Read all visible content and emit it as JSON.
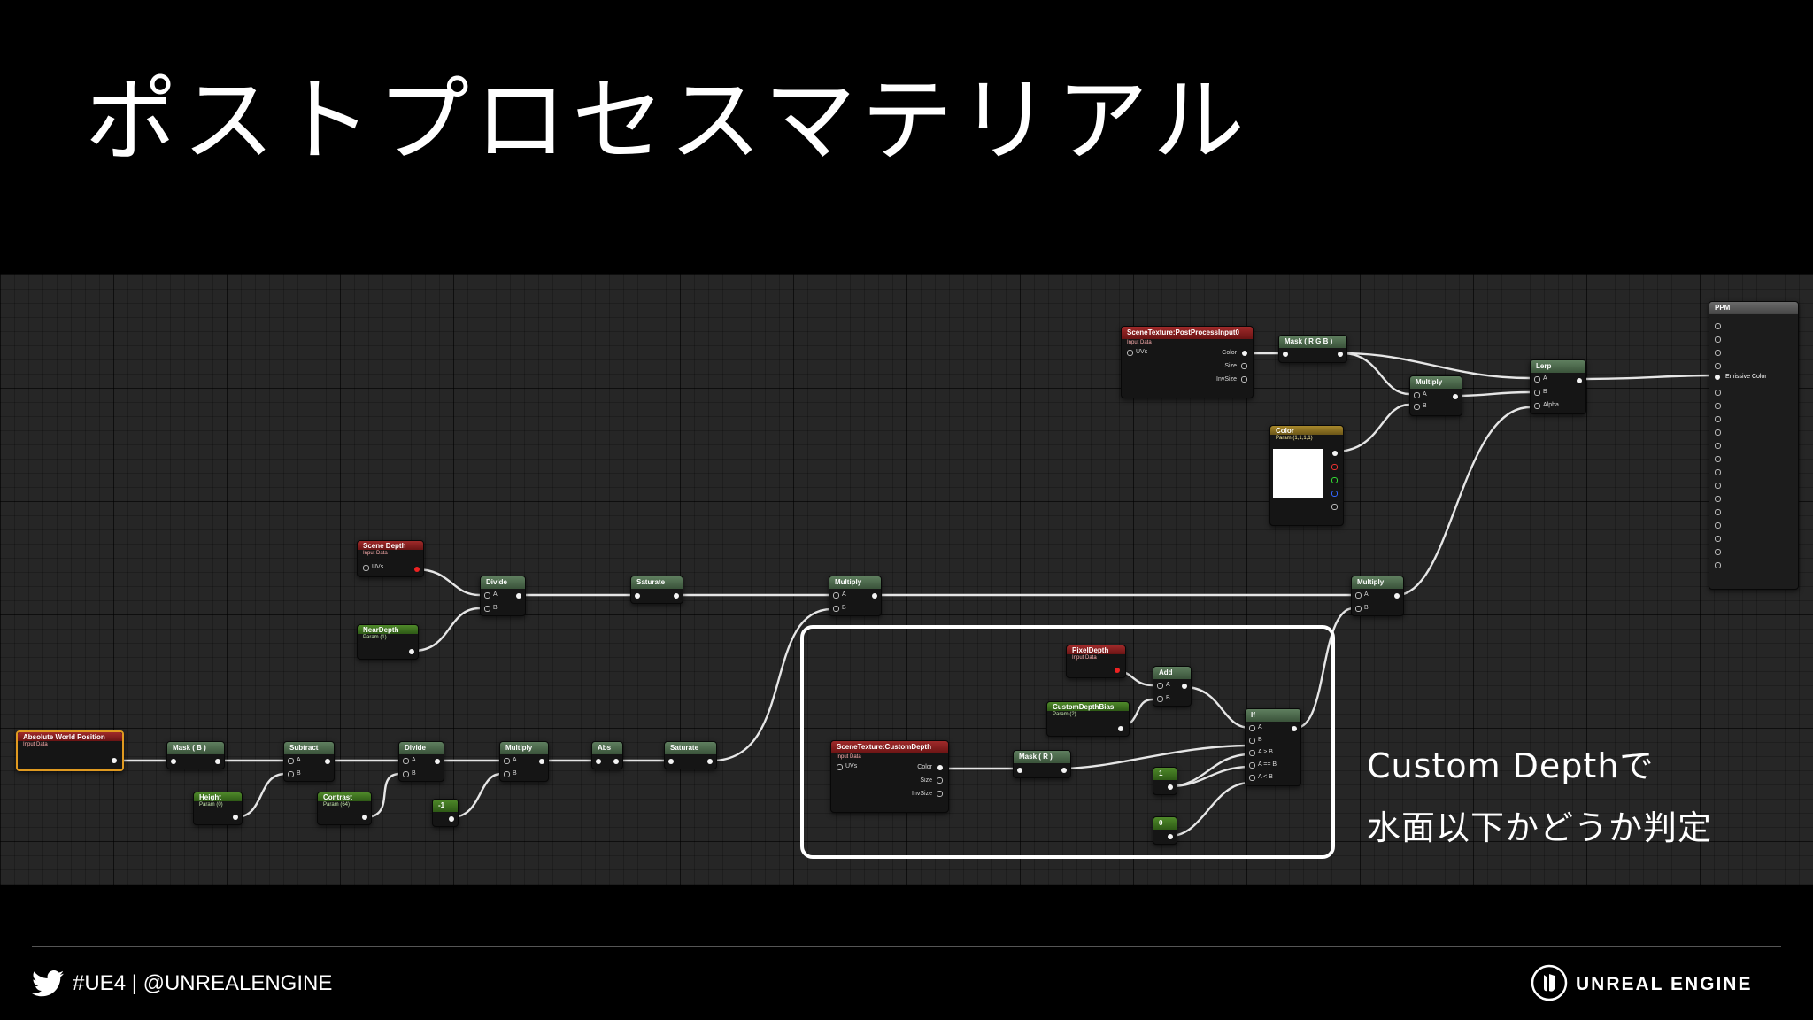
{
  "slide": {
    "title": "ポストプロセスマテリアル"
  },
  "graph": {
    "nodes": {
      "scene_texture_ppi": {
        "title": "SceneTexture:PostProcessInput0",
        "sub": "Input Data",
        "in_uvs": "UVs",
        "out_color": "Color",
        "out_size": "Size",
        "out_invsize": "InvSize"
      },
      "mask_rgb": {
        "title": "Mask ( R G B )"
      },
      "multiply_top": {
        "title": "Multiply",
        "pin_a": "A",
        "pin_b": "B"
      },
      "lerp": {
        "title": "Lerp",
        "pin_a": "A",
        "pin_b": "B",
        "pin_alpha": "Alpha"
      },
      "color_param": {
        "title": "Color",
        "sub": "Param (1,1,1,1)"
      },
      "ppm": {
        "title": "PPM",
        "active_output": "Emissive Color"
      },
      "scene_depth": {
        "title": "Scene Depth",
        "sub": "Input Data",
        "in_uvs": "UVs"
      },
      "divide_1": {
        "title": "Divide",
        "pin_a": "A",
        "pin_b": "B"
      },
      "saturate_1": {
        "title": "Saturate"
      },
      "multiply_mid": {
        "title": "Multiply",
        "pin_a": "A",
        "pin_b": "B"
      },
      "multiply_right": {
        "title": "Multiply",
        "pin_a": "A",
        "pin_b": "B"
      },
      "near_depth": {
        "title": "NearDepth",
        "sub": "Param (1)"
      },
      "abs_world_pos": {
        "title": "Absolute World Position",
        "sub": "Input Data"
      },
      "mask_b": {
        "title": "Mask ( B )"
      },
      "subtract": {
        "title": "Subtract",
        "pin_a": "A",
        "pin_b": "B"
      },
      "divide_2": {
        "title": "Divide",
        "pin_a": "A",
        "pin_b": "B"
      },
      "multiply_low": {
        "title": "Multiply",
        "pin_a": "A",
        "pin_b": "B"
      },
      "abs": {
        "title": "Abs"
      },
      "saturate_2": {
        "title": "Saturate"
      },
      "height": {
        "title": "Height",
        "sub": "Param (0)"
      },
      "contrast": {
        "title": "Contrast",
        "sub": "Param (64)"
      },
      "const_neg1": {
        "title": "-1"
      },
      "pixel_depth": {
        "title": "PixelDepth",
        "sub": "Input Data"
      },
      "add": {
        "title": "Add",
        "pin_a": "A",
        "pin_b": "B"
      },
      "custom_depth_bias": {
        "title": "CustomDepthBias",
        "sub": "Param (2)"
      },
      "scene_texture_cd": {
        "title": "SceneTexture:CustomDepth",
        "sub": "Input Data",
        "in_uvs": "UVs",
        "out_color": "Color",
        "out_size": "Size",
        "out_invsize": "InvSize"
      },
      "mask_r": {
        "title": "Mask ( R )"
      },
      "if_node": {
        "title": "If",
        "pin_a": "A",
        "pin_b": "B",
        "pin_gt": "A > B",
        "pin_eq": "A == B",
        "pin_lt": "A < B"
      },
      "const_1": {
        "title": "1"
      },
      "const_0": {
        "title": "0"
      }
    }
  },
  "annotation": {
    "line1": "Custom Depthで",
    "line2": "水面以下かどうか判定"
  },
  "footer": {
    "handle": "#UE4 | @UNREALENGINE",
    "brand": "UNREAL ENGINE",
    "twitter_icon": "twitter-bird-icon",
    "ue_icon": "unreal-engine-logo-icon"
  }
}
